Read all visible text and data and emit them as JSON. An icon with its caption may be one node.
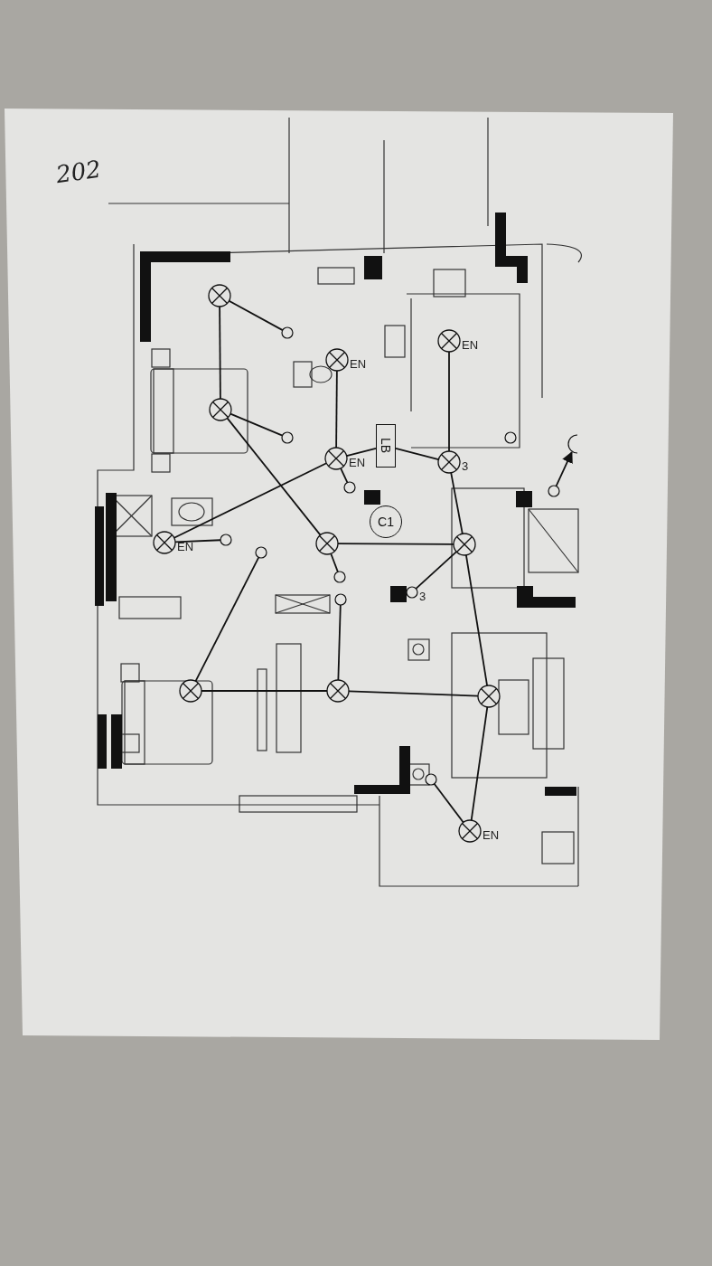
{
  "diagram": {
    "nodes": [
      {
        "text": [],
        "shape": "circle"
      },
      {
        "text": [],
        "shape": "circle"
      },
      {
        "text": [],
        "shape": "circle",
        "beside": [
          "EN"
        ]
      },
      {
        "text": [],
        "shape": "circle",
        "beside": [
          "EN"
        ]
      },
      {
        "text": [],
        "shape": "circle"
      },
      {
        "text": [],
        "shape": "circle"
      },
      {
        "text": [],
        "shape": "circle"
      },
      {
        "text": [],
        "shape": "circle",
        "beside": [
          "EN"
        ]
      },
      {
        "text": [
          "LB"
        ]
      },
      {
        "text": [],
        "shape": "circle",
        "beside": [
          "3"
        ]
      },
      {
        "text": [],
        "shape": "circle"
      },
      {
        "text": [],
        "shape": "circle"
      },
      {
        "text": [],
        "shape": "circle"
      },
      {
        "text": [
          "C1"
        ]
      },
      {
        "text": [],
        "shape": "circle",
        "beside": [
          "EN"
        ]
      },
      {
        "text": [],
        "shape": "circle"
      },
      {
        "text": [],
        "shape": "circle"
      },
      {
        "text": [],
        "shape": "circle"
      },
      {
        "text": [],
        "shape": "circle"
      },
      {
        "text": [],
        "shape": "circle"
      },
      {
        "text": [],
        "shape": "circle",
        "beside": [
          "3"
        ]
      },
      {
        "text": [],
        "shape": "circle"
      },
      {
        "text": [],
        "shape": "circle"
      },
      {
        "text": [],
        "shape": "circle"
      },
      {
        "text": [],
        "shape": "circle"
      },
      {
        "text": [],
        "shape": "circle"
      },
      {
        "text": [],
        "shape": "circle",
        "beside": [
          "EN"
        ]
      }
    ],
    "edges": [
      {
        "from": 0,
        "to": 1,
        "arrow": "none"
      },
      {
        "from": 0,
        "to": 4,
        "arrow": "none"
      },
      {
        "from": 4,
        "to": 5,
        "arrow": "none"
      },
      {
        "from": 4,
        "to": 17,
        "arrow": "none"
      },
      {
        "from": 2,
        "to": 7,
        "arrow": "none"
      },
      {
        "from": 7,
        "to": 14,
        "arrow": "none"
      },
      {
        "from": 7,
        "to": 8,
        "arrow": "none"
      },
      {
        "from": 8,
        "to": 9,
        "arrow": "none"
      },
      {
        "from": 7,
        "to": 11,
        "arrow": "none"
      },
      {
        "from": 3,
        "to": 9,
        "arrow": "none"
      },
      {
        "from": 9,
        "to": 18,
        "arrow": "none"
      },
      {
        "from": 14,
        "to": 15,
        "arrow": "none"
      },
      {
        "from": 16,
        "to": 22,
        "arrow": "none"
      },
      {
        "from": 17,
        "to": 18,
        "arrow": "none"
      },
      {
        "from": 17,
        "to": 19,
        "arrow": "none"
      },
      {
        "from": 18,
        "to": 20,
        "arrow": "none"
      },
      {
        "from": 21,
        "to": 23,
        "arrow": "none"
      },
      {
        "from": 22,
        "to": 23,
        "arrow": "none"
      },
      {
        "from": 23,
        "to": 24,
        "arrow": "none"
      },
      {
        "from": 18,
        "to": 24,
        "arrow": "none"
      },
      {
        "from": 24,
        "to": 26,
        "arrow": "none"
      },
      {
        "from": 26,
        "to": 25,
        "arrow": "none"
      },
      {
        "from": 12,
        "to": 10,
        "arrow": "to"
      }
    ],
    "labels": [
      "202"
    ]
  }
}
